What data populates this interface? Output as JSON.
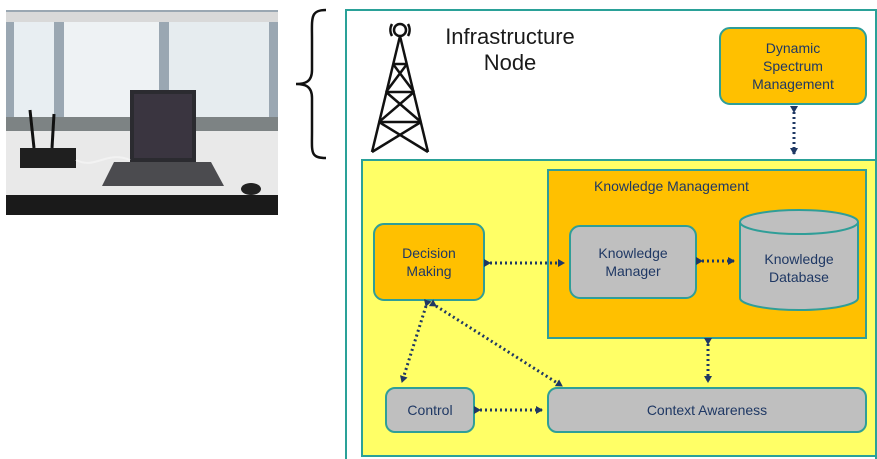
{
  "infrastructure_node": {
    "line1": "Infrastructure",
    "line2": "Node"
  },
  "dynamic_spectrum": {
    "line1": "Dynamic",
    "line2": "Spectrum",
    "line3": "Management"
  },
  "knowledge_management": {
    "title": "Knowledge Management"
  },
  "knowledge_manager": {
    "line1": "Knowledge",
    "line2": "Manager"
  },
  "knowledge_database": {
    "line1": "Knowledge",
    "line2": "Database"
  },
  "decision_making": {
    "line1": "Decision",
    "line2": "Making"
  },
  "control": {
    "label": "Control"
  },
  "context_awareness": {
    "label": "Context Awareness"
  },
  "colors": {
    "node_outline": "#2aa198",
    "inner_fill": "#ffff66",
    "orange_fill": "#ffc000",
    "gray_fill": "#bfbfbf",
    "box_border": "#2f9e98",
    "arrow": "#1f3864"
  }
}
